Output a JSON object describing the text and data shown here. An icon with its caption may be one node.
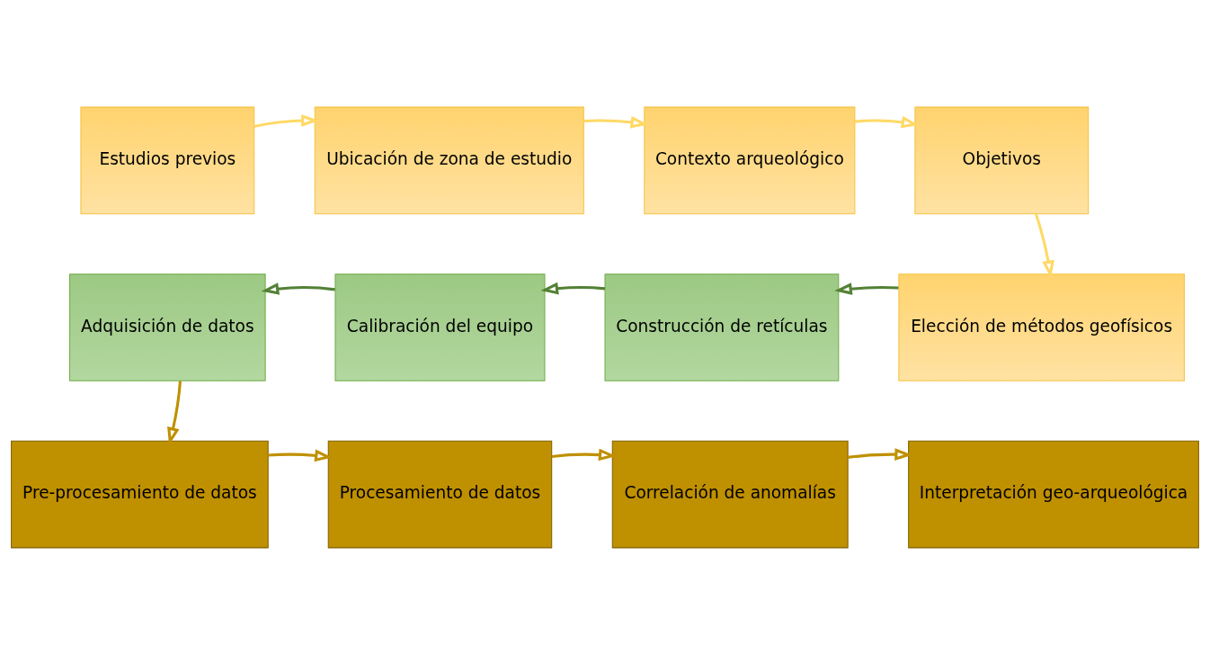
{
  "diagram": {
    "nodes": [
      {
        "text": [
          "Estudios previos"
        ]
      },
      {
        "text": [
          "Ubicación de zona de estudio"
        ]
      },
      {
        "text": [
          "Contexto arqueológico"
        ]
      },
      {
        "text": [
          "Objetivos"
        ]
      },
      {
        "text": [
          "Elección de métodos geofísicos"
        ]
      },
      {
        "text": [
          "Construcción de retículas"
        ]
      },
      {
        "text": [
          "Calibración del equipo"
        ]
      },
      {
        "text": [
          "Adquisición de datos"
        ]
      },
      {
        "text": [
          "Pre-procesamiento de datos"
        ]
      },
      {
        "text": [
          "Procesamiento de datos"
        ]
      },
      {
        "text": [
          "Correlación de anomalías"
        ]
      },
      {
        "text": [
          "Interpretación geo-arqueológica"
        ]
      }
    ],
    "edges": [
      {
        "from": 0,
        "to": 1,
        "arrow": "to"
      },
      {
        "from": 1,
        "to": 2,
        "arrow": "to"
      },
      {
        "from": 2,
        "to": 3,
        "arrow": "to"
      },
      {
        "from": 3,
        "to": 4,
        "arrow": "to"
      },
      {
        "from": 4,
        "to": 5,
        "arrow": "to",
        "color": "#538135"
      },
      {
        "from": 5,
        "to": 6,
        "arrow": "to",
        "color": "#538135"
      },
      {
        "from": 6,
        "to": 7,
        "arrow": "to",
        "color": "#538135"
      },
      {
        "from": 7,
        "to": 8,
        "arrow": "to",
        "color": "#bf9000"
      },
      {
        "from": 8,
        "to": 9,
        "arrow": "to",
        "color": "#bf9000"
      },
      {
        "from": 9,
        "to": 10,
        "arrow": "to",
        "color": "#bf9000"
      },
      {
        "from": 10,
        "to": 11,
        "arrow": "to",
        "color": "#bf9000"
      }
    ]
  }
}
